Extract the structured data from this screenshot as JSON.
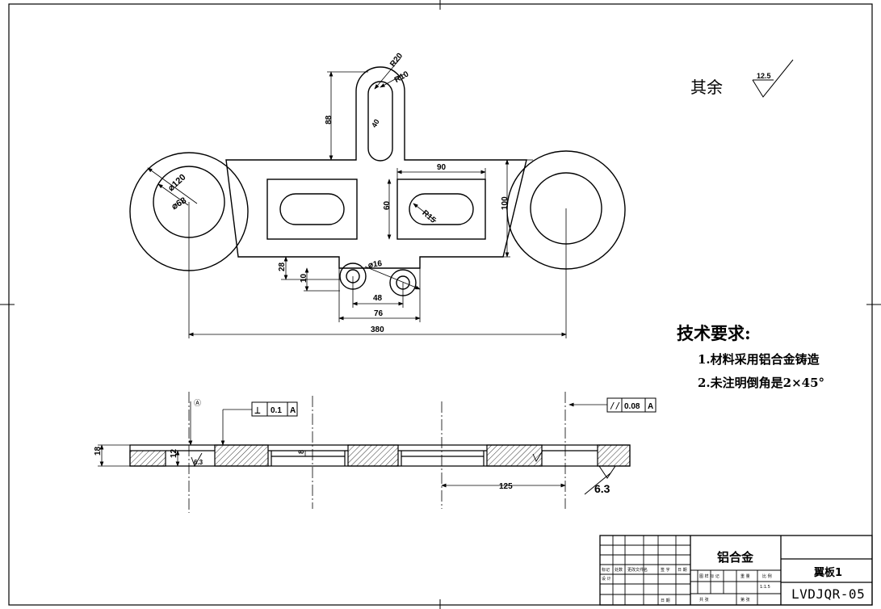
{
  "drawing": {
    "dimensions": {
      "r20": "R20",
      "r10": "R10",
      "d88": "88",
      "d40": "40",
      "d90": "90",
      "d60": "60",
      "r15": "R15",
      "d100": "100",
      "phi120": "⌀120",
      "phi68": "⌀68",
      "phi16": "⌀16",
      "d28": "28",
      "d10": "10",
      "d48": "48",
      "d76": "76",
      "d380": "380",
      "d18": "18",
      "d12": "12",
      "d8": "8",
      "d125": "125"
    },
    "roughness": {
      "rest_label": "其余",
      "rest_value": "12.5",
      "bottom_value": "6.3",
      "small_value": "6.3"
    },
    "gdt": {
      "perpendicularity_symbol": "⊥",
      "perpendicularity_value": "0.1",
      "perpendicularity_datum": "A",
      "parallelism_symbol": "//",
      "parallelism_value": "0.08",
      "parallelism_datum": "A",
      "datum_marker": "Ⓐ"
    },
    "tech_requirements": {
      "title": "技术要求:",
      "item1": "1.材料采用铝合金铸造",
      "item2": "2.未注明倒角是2×45°"
    }
  },
  "title_block": {
    "material": "铝合金",
    "part_name": "翼板1",
    "drawing_number": "LVDJQR-05",
    "scale": "1:1.5",
    "labels": {
      "mark": "标记",
      "count": "处数",
      "change_doc": "更改文件名",
      "sign": "签 字",
      "date": "日 期",
      "design": "设 计",
      "approve": "日 期",
      "stage": "图 样 标 记",
      "weight": "重 量",
      "ratio": "比 例",
      "sheets": "共  张",
      "sheet_no": "第  张"
    }
  }
}
